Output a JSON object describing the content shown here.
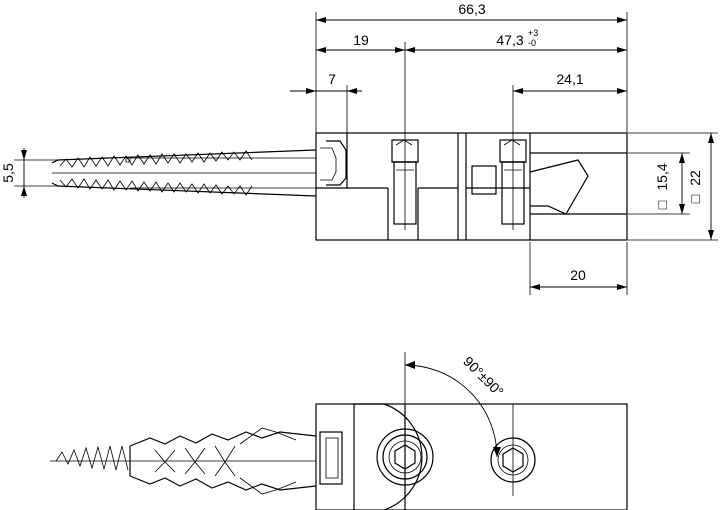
{
  "dimensions": {
    "total_length": "66,3",
    "left_offset": "19",
    "adjust_range": "47,3",
    "adjust_tol_upper": "+3",
    "adjust_tol_lower": "-0",
    "small_offset": "7",
    "right_offset": "24,1",
    "bottom_width": "20",
    "thread_diameter": "5,5",
    "inner_square": "15,4",
    "outer_square": "22",
    "rotation_angle": "90°±90°"
  },
  "symbols": {
    "square": "□"
  },
  "colors": {
    "line": "#000000",
    "background": "#ffffff"
  }
}
